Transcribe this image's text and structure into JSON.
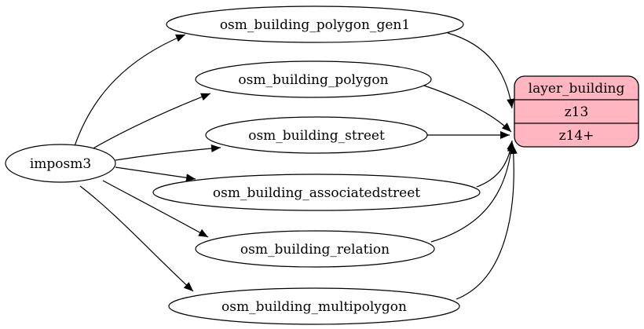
{
  "diagram": {
    "background_color": "#ffffff",
    "edge_color": "#000000",
    "nodes": {
      "source": {
        "label": "imposm3",
        "shape": "ellipse",
        "fill_color": "#ffffff"
      },
      "tables": [
        {
          "label": "osm_building_polygon_gen1",
          "shape": "ellipse",
          "fill_color": "#ffffff"
        },
        {
          "label": "osm_building_polygon",
          "shape": "ellipse",
          "fill_color": "#ffffff"
        },
        {
          "label": "osm_building_street",
          "shape": "ellipse",
          "fill_color": "#ffffff"
        },
        {
          "label": "osm_building_associatedstreet",
          "shape": "ellipse",
          "fill_color": "#ffffff"
        },
        {
          "label": "osm_building_relation",
          "shape": "ellipse",
          "fill_color": "#ffffff"
        },
        {
          "label": "osm_building_multipolygon",
          "shape": "ellipse",
          "fill_color": "#ffffff"
        }
      ],
      "layer": {
        "title": "layer_building",
        "rows": [
          {
            "label": "z13"
          },
          {
            "label": "z14+"
          }
        ],
        "shape": "rounded-record",
        "fill_color": "#ffb6c1",
        "border_color": "#000000"
      }
    },
    "edges": [
      {
        "from": "imposm3",
        "to": "osm_building_polygon_gen1"
      },
      {
        "from": "imposm3",
        "to": "osm_building_polygon"
      },
      {
        "from": "imposm3",
        "to": "osm_building_street"
      },
      {
        "from": "imposm3",
        "to": "osm_building_associatedstreet"
      },
      {
        "from": "imposm3",
        "to": "osm_building_relation"
      },
      {
        "from": "imposm3",
        "to": "osm_building_multipolygon"
      },
      {
        "from": "osm_building_polygon_gen1",
        "to": "layer_building:z13"
      },
      {
        "from": "osm_building_polygon",
        "to": "layer_building:z14+"
      },
      {
        "from": "osm_building_street",
        "to": "layer_building:z14+"
      },
      {
        "from": "osm_building_associatedstreet",
        "to": "layer_building:z14+"
      },
      {
        "from": "osm_building_relation",
        "to": "layer_building:z14+"
      },
      {
        "from": "osm_building_multipolygon",
        "to": "layer_building:z14+"
      }
    ]
  }
}
